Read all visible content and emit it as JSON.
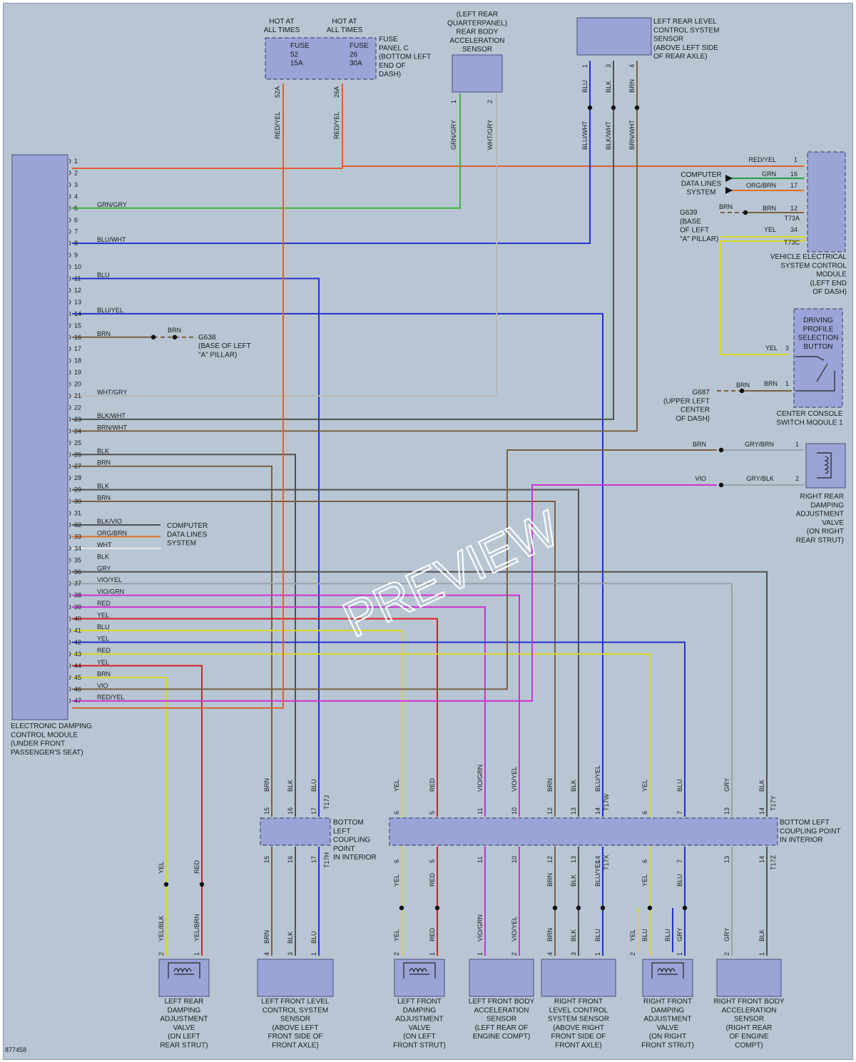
{
  "colors": {
    "RED": "#d42020",
    "YEL": "#d8d820",
    "BLU": "#2030d0",
    "BRN": "#7a6040",
    "BLK": "#505050",
    "GRY": "#9aa0a6",
    "GRN": "#20a040",
    "VIO": "#d030d0",
    "ORG": "#e07020",
    "WHT": "#e8e8e8",
    "REDYEL": "#e06030",
    "GRNGRY": "#40b040",
    "WHTGRY": "#b8b8b8"
  },
  "ecm": {
    "name": "ELECTRONIC DAMPING CONTROL MODULE (UNDER FRONT PASSENGER'S SEAT)",
    "name_lines": [
      "ELECTRONIC DAMPING",
      "CONTROL MODULE",
      "(UNDER FRONT",
      "PASSENGER'S SEAT)"
    ]
  },
  "pin_rows": [
    {
      "pin": "1",
      "label": ""
    },
    {
      "pin": "2",
      "label": ""
    },
    {
      "pin": "3",
      "label": ""
    },
    {
      "pin": "4",
      "label": ""
    },
    {
      "pin": "5",
      "label": "GRN/GRY"
    },
    {
      "pin": "6",
      "label": ""
    },
    {
      "pin": "7",
      "label": ""
    },
    {
      "pin": "8",
      "label": "BLU/WHT"
    },
    {
      "pin": "9",
      "label": ""
    },
    {
      "pin": "10",
      "label": ""
    },
    {
      "pin": "11",
      "label": "BLU"
    },
    {
      "pin": "12",
      "label": ""
    },
    {
      "pin": "13",
      "label": ""
    },
    {
      "pin": "14",
      "label": "BLU/YEL"
    },
    {
      "pin": "15",
      "label": ""
    },
    {
      "pin": "16",
      "label": "BRN"
    },
    {
      "pin": "17",
      "label": ""
    },
    {
      "pin": "18",
      "label": ""
    },
    {
      "pin": "19",
      "label": ""
    },
    {
      "pin": "20",
      "label": ""
    },
    {
      "pin": "21",
      "label": "WHT/GRY"
    },
    {
      "pin": "22",
      "label": ""
    },
    {
      "pin": "23",
      "label": "BLK/WHT"
    },
    {
      "pin": "24",
      "label": "BRN/WHT"
    },
    {
      "pin": "25",
      "label": ""
    },
    {
      "pin": "26",
      "label": "BLK"
    },
    {
      "pin": "27",
      "label": "BRN"
    },
    {
      "pin": "28",
      "label": ""
    },
    {
      "pin": "29",
      "label": "BLK"
    },
    {
      "pin": "30",
      "label": "BRN"
    },
    {
      "pin": "31",
      "label": ""
    },
    {
      "pin": "32",
      "label": "BLK/VIO"
    },
    {
      "pin": "33",
      "label": "ORG/BRN"
    },
    {
      "pin": "34",
      "label": "WHT"
    },
    {
      "pin": "35",
      "label": "BLK"
    },
    {
      "pin": "36",
      "label": "GRY"
    },
    {
      "pin": "37",
      "label": "VIO/YEL"
    },
    {
      "pin": "38",
      "label": "VIO/GRN"
    },
    {
      "pin": "39",
      "label": "RED"
    },
    {
      "pin": "40",
      "label": "YEL"
    },
    {
      "pin": "41",
      "label": "BLU"
    },
    {
      "pin": "42",
      "label": "YEL"
    },
    {
      "pin": "43",
      "label": "RED"
    },
    {
      "pin": "44",
      "label": "YEL"
    },
    {
      "pin": "45",
      "label": "BRN"
    },
    {
      "pin": "46",
      "label": "VIO"
    },
    {
      "pin": "47",
      "label": "RED/YEL"
    }
  ],
  "computer_data_lines": [
    "COMPUTER",
    "DATA LINES",
    "SYSTEM"
  ],
  "ground_g638": {
    "wire": "BRN",
    "lines": [
      "G638",
      "(BASE OF LEFT",
      "\"A\" PILLAR)"
    ]
  },
  "fuse_panel": {
    "hot1": [
      "HOT AT",
      "ALL TIMES"
    ],
    "hot2": [
      "HOT AT",
      "ALL TIMES"
    ],
    "fuse1": [
      "FUSE",
      "52",
      "15A"
    ],
    "fuse2": [
      "FUSE",
      "26",
      "30A"
    ],
    "label": [
      "FUSE",
      "PANEL C",
      "(BOTTOM LEFT",
      "END OF",
      "DASH)"
    ],
    "pin1": "52A",
    "pin2": "26A",
    "wire1": "RED/YEL",
    "wire2": "RED/YEL"
  },
  "accel_rear": {
    "lines": [
      "(LEFT REAR",
      "QUARTERPANEL)",
      "REAR BODY",
      "ACCELERATION",
      "SENSOR"
    ],
    "pin1": "1",
    "pin2": "2",
    "wire1": "GRN/GRY",
    "wire2": "WHT/GRY"
  },
  "level_rear": {
    "lines": [
      "LEFT REAR LEVEL",
      "CONTROL SYSTEM",
      "SENSOR",
      "(ABOVE LEFT SIDE",
      "OF REAR AXLE)"
    ],
    "pins": [
      "1",
      "3",
      "4"
    ],
    "wires_top": [
      "BLU",
      "BLK",
      "BRN"
    ],
    "wires_bot": [
      "BLU/WHT",
      "BLK/WHT",
      "BRN/WHT"
    ]
  },
  "vesc": {
    "lines": [
      "VEHICLE ELECTRICAL",
      "SYSTEM CONTROL",
      "MODULE",
      "(LEFT END",
      "OF DASH)"
    ],
    "rows": [
      {
        "wire": "RED/YEL",
        "pin": "1"
      },
      {
        "wire": "GRN",
        "pin": "16"
      },
      {
        "wire": "ORG/BRN",
        "pin": "17"
      },
      {
        "wire": "BRN",
        "pin": "12"
      },
      {
        "wire": "YEL",
        "pin": "34"
      }
    ],
    "conn1": "T73A",
    "conn2": "T73C",
    "cdls": [
      "COMPUTER",
      "DATA LINES",
      "SYSTEM"
    ],
    "g639": {
      "wire": "BRN",
      "lines": [
        "G639",
        "(BASE",
        "OF LEFT",
        "\"A\" PILLAR)"
      ]
    }
  },
  "driving_profile": {
    "lines": [
      "DRIVING",
      "PROFILE",
      "SELECTION",
      "BUTTON"
    ],
    "module": [
      "CENTER CONSOLE",
      "SWITCH MODULE 1"
    ],
    "yel": "YEL",
    "yel_pin": "3",
    "brn": "BRN",
    "brn_pin": "1",
    "g687": {
      "wire": "BRN",
      "lines": [
        "G687",
        "(UPPER LEFT",
        "CENTER",
        "OF DASH)"
      ]
    }
  },
  "right_rear_valve": {
    "lines": [
      "RIGHT REAR",
      "DAMPING",
      "ADJUSTMENT",
      "VALVE",
      "(ON RIGHT",
      "REAR STRUT)"
    ],
    "row1": {
      "a": "BRN",
      "b": "GRY/BRN",
      "pin": "1"
    },
    "row2": {
      "a": "VIO",
      "b": "GRY/BLK",
      "pin": "2"
    }
  },
  "coupling1": {
    "label": [
      "BOTTOM",
      "LEFT",
      "COUPLING",
      "POINT",
      "IN INTERIOR"
    ],
    "top": [
      {
        "wire": "BRN",
        "pin": "15"
      },
      {
        "wire": "BLK",
        "pin": "16"
      },
      {
        "wire": "BLU",
        "pin": "17"
      }
    ],
    "bot": [
      {
        "wire": "BRN",
        "pin": "15"
      },
      {
        "wire": "BLK",
        "pin": "16"
      },
      {
        "wire": "BLU",
        "pin": "17"
      }
    ],
    "ct": "T17J",
    "cb": "T17H"
  },
  "coupling2": {
    "label": [
      "BOTTOM LEFT",
      "COUPLING POINT",
      "IN INTERIOR"
    ],
    "top": [
      {
        "wire": "YEL",
        "pin": "6"
      },
      {
        "wire": "RED",
        "pin": "5"
      },
      {
        "wire": "VIO/GRN",
        "pin": "11"
      },
      {
        "wire": "VIO/YEL",
        "pin": "10"
      },
      {
        "wire": "BRN",
        "pin": "12"
      },
      {
        "wire": "BLK",
        "pin": "13"
      },
      {
        "wire": "BLU/YEL",
        "pin": "14"
      },
      {
        "wire": "YEL",
        "pin": "6"
      },
      {
        "wire": "BLU",
        "pin": "7"
      },
      {
        "wire": "GRY",
        "pin": "13"
      },
      {
        "wire": "BLK",
        "pin": "14"
      }
    ],
    "bot": [
      {
        "wire": "YEL",
        "pin": "6"
      },
      {
        "wire": "RED",
        "pin": "5"
      },
      {
        "wire": "",
        "pin": "11"
      },
      {
        "wire": "",
        "pin": "10"
      },
      {
        "wire": "BRN",
        "pin": "12"
      },
      {
        "wire": "BLK",
        "pin": "13"
      },
      {
        "wire": "BLU/YEL",
        "pin": "14"
      },
      {
        "wire": "YEL",
        "pin": "6"
      },
      {
        "wire": "BLU",
        "pin": "7"
      },
      {
        "wire": "",
        "pin": "13"
      },
      {
        "wire": "",
        "pin": "14"
      }
    ],
    "ct1": "T17W",
    "ct2": "T17Y",
    "cb1": "T17X",
    "cb2": "T17Z"
  },
  "bottom_components": [
    {
      "key": "lrv",
      "lines": [
        "LEFT REAR",
        "DAMPING",
        "ADJUSTMENT",
        "VALVE",
        "(ON LEFT",
        "REAR STRUT)"
      ],
      "wires": [
        "YEL/BLK",
        "YEL/BRN"
      ],
      "pins": [
        "2",
        "1"
      ],
      "mid": [
        "YEL",
        "RED"
      ]
    },
    {
      "key": "lfl",
      "lines": [
        "LEFT FRONT LEVEL",
        "CONTROL SYSTEM",
        "SENSOR",
        "(ABOVE LEFT",
        "FRONT SIDE OF",
        "FRONT AXLE)"
      ],
      "wires": [
        "BRN",
        "BLK",
        "BLU"
      ],
      "pins": [
        "4",
        "3",
        "1"
      ]
    },
    {
      "key": "lfv",
      "lines": [
        "LEFT FRONT",
        "DAMPING",
        "ADJUSTMENT",
        "VALVE",
        "(ON LEFT",
        "FRONT STRUT)"
      ],
      "wires": [
        "YEL",
        "RED"
      ],
      "pins": [
        "2",
        "1"
      ]
    },
    {
      "key": "lfa",
      "lines": [
        "LEFT FRONT BODY",
        "ACCELERATION",
        "SENSOR",
        "(LEFT REAR OF",
        "ENGINE COMPT)"
      ],
      "wires": [
        "VIO/GRN",
        "VIO/YEL"
      ],
      "pins": [
        "1",
        "2"
      ]
    },
    {
      "key": "rfl",
      "lines": [
        "RIGHT FRONT",
        "LEVEL CONTROL",
        "SYSTEM SENSOR",
        "(ABOVE RIGHT",
        "FRONT SIDE OF",
        "FRONT AXLE)"
      ],
      "wires": [
        "BRN",
        "BLK",
        "BLU"
      ],
      "pins": [
        "4",
        "3",
        "1"
      ]
    },
    {
      "key": "rfv",
      "lines": [
        "RIGHT FRONT",
        "DAMPING",
        "ADJUSTMENT",
        "VALVE",
        "(ON RIGHT",
        "FRONT STRUT)"
      ],
      "wires": [
        "YEL",
        "BLU",
        "BLU",
        "GRY"
      ],
      "pins": [
        "2",
        "1"
      ]
    },
    {
      "key": "rfa",
      "lines": [
        "RIGHT FRONT BODY",
        "ACCELERATION",
        "SENSOR",
        "(RIGHT REAR",
        "OF ENGINE",
        "COMPT)"
      ],
      "wires": [
        "GRY",
        "BLK"
      ],
      "pins": [
        "2",
        "1"
      ]
    }
  ],
  "figure_id": "877458",
  "watermark": "PREVIEW"
}
